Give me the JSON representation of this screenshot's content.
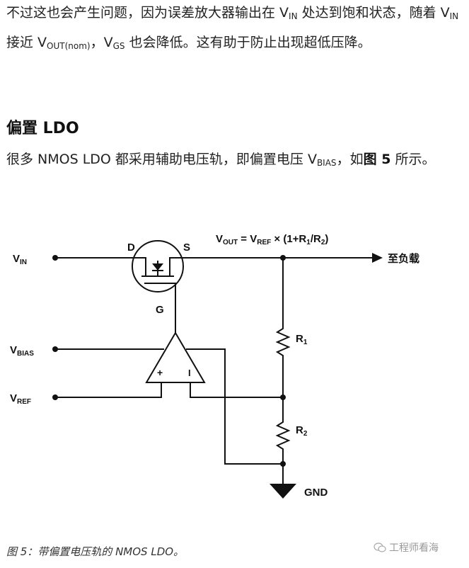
{
  "para1": {
    "t1": "不过这也会产生问题，因为误差放大器输出在 V",
    "s1": "IN",
    "t2": " 处达到饱和状态，随着 V",
    "s2": "IN",
    "t3": " 接近 V",
    "s3": "OUT(nom)",
    "t4": "，V",
    "s4": "GS",
    "t5": " 也会降低。这有助于防止出现超低压降。"
  },
  "heading": "偏置 LDO",
  "para2": {
    "t1": "很多 NMOS LDO 都采用辅助电压轨，即偏置电压 V",
    "s1": "BIAS",
    "t2": "，如",
    "b1": "图 5",
    "t3": " 所示。"
  },
  "diagram": {
    "vin": {
      "main": "V",
      "sub": "IN"
    },
    "d": "D",
    "s": "S",
    "g": "G",
    "vout_eq": {
      "p1": "V",
      "p1s": "OUT",
      "p2": " = V",
      "p2s": "REF",
      "p3": " × (1+R",
      "p3s": "1",
      "p4": "/R",
      "p4s": "2",
      "p5": ")"
    },
    "to_load": "至负载",
    "vbias": {
      "main": "V",
      "sub": "BIAS"
    },
    "vref": {
      "main": "V",
      "sub": "REF"
    },
    "plus": "+",
    "minus": "I",
    "r1": {
      "main": "R",
      "sub": "1"
    },
    "r2": {
      "main": "R",
      "sub": "2"
    },
    "gnd": "GND"
  },
  "caption": "图 5：带偏置电压轨的 NMOS LDO。",
  "watermark": "工程师看海"
}
